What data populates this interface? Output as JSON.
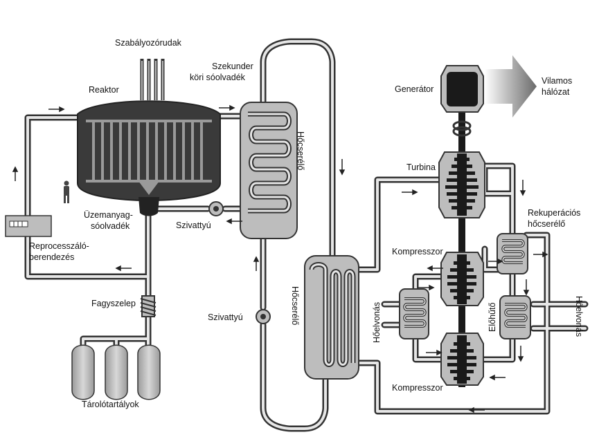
{
  "labels": {
    "control_rods": "Szabályozórudak",
    "reactor": "Reaktor",
    "secondary_salt": [
      "Szekunder",
      "köri sóolvadék"
    ],
    "heat_exchanger": "Hőcserélő",
    "fuel_salt": [
      "Üzemanyag-",
      "sóolvadék"
    ],
    "pump_1": "Szivattyú",
    "pump_2": "Szivattyú",
    "reprocessing": [
      "Reprocesszáló-",
      "berendezés"
    ],
    "freeze_valve": "Fagyszelep",
    "storage_tanks": "Tárolótartályok",
    "generator": "Generátor",
    "grid": [
      "Vilamos",
      "hálózat"
    ],
    "turbine": "Turbina",
    "recuperator": [
      "Rekuperációs",
      "hőcserélő"
    ],
    "compressor_1": "Kompresszor",
    "compressor_2": "Kompresszor",
    "heat_sink_left": "Hőelvonás",
    "heat_sink_right": "Hőelvonás",
    "precooler": "Előhűtő"
  },
  "colors": {
    "pipe_outline": "#333333",
    "pipe_fill": "#c8c8c8",
    "reactor_dark": "#3a3a3a",
    "vessel_light": "#bdbdbd",
    "generator_dark": "#1a1a1a"
  },
  "icons": [
    "pump-icon",
    "valve-coil-icon",
    "arrow-icon",
    "person-icon",
    "grid-arrow-icon"
  ]
}
